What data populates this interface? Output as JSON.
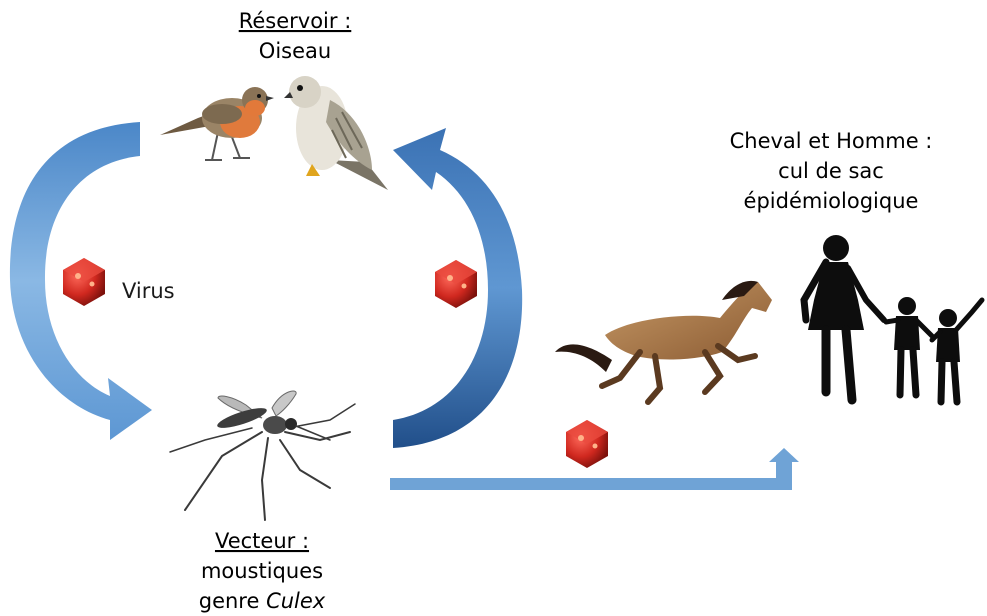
{
  "reservoir": {
    "title": "Réservoir :",
    "subtitle": "Oiseau"
  },
  "virus_label": "Virus",
  "vector": {
    "title": "Vecteur :",
    "line1": "moustiques",
    "line2_prefix": "genre ",
    "line2_italic": "Culex"
  },
  "dead_end": {
    "line1": "Cheval et Homme :",
    "line2": "cul de sac",
    "line3": "épidémiologique"
  },
  "colors": {
    "arrow_light": "#6fa3d6",
    "arrow_dark": "#2f64a3",
    "virus": "#d0281f",
    "silhouette": "#0d0d0d"
  },
  "icons": [
    "robin-icon",
    "falcon-icon",
    "virus-icon",
    "mosquito-icon",
    "horse-icon",
    "human-family-icon"
  ]
}
